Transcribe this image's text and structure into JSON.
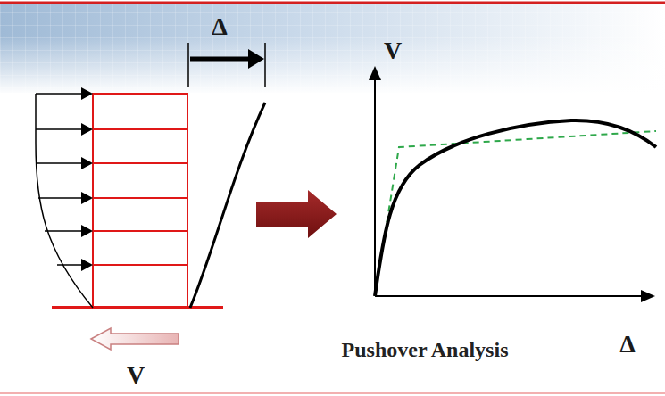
{
  "diagram": {
    "caption": "Pushover Analysis",
    "labels": [
      "Δ",
      "V",
      "Δ",
      "V"
    ]
  }
}
